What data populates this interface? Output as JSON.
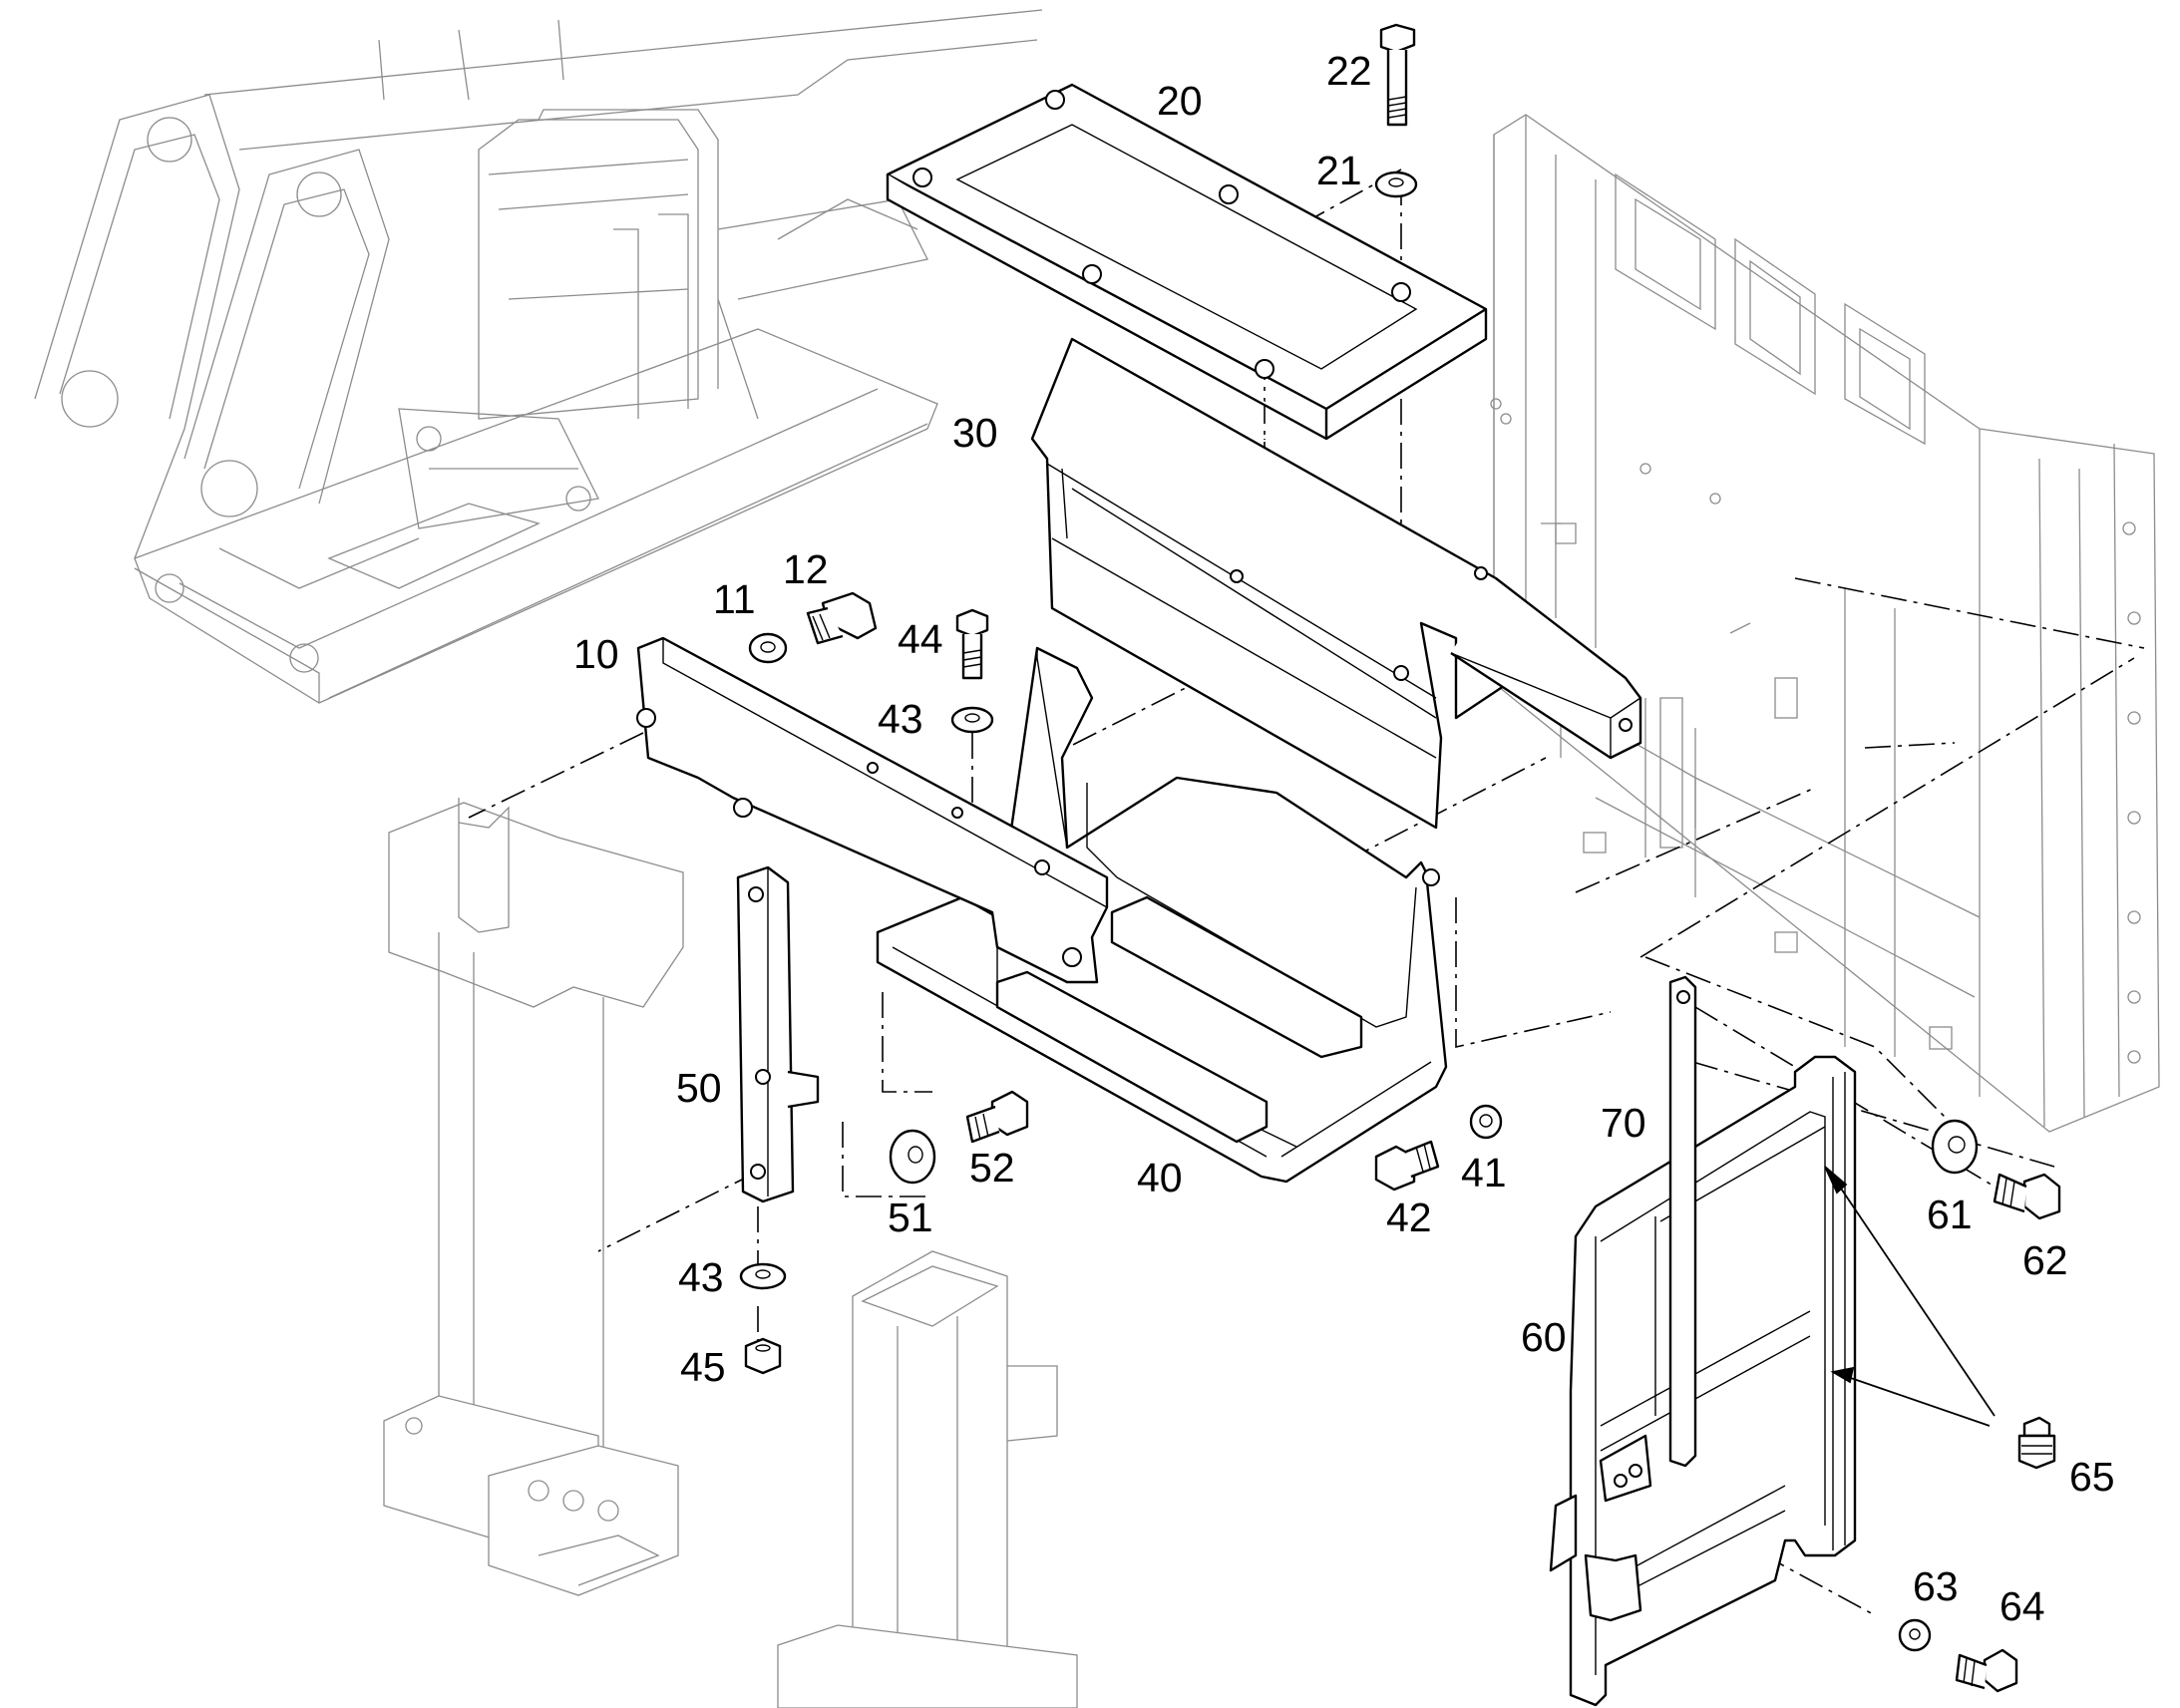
{
  "callouts": [
    {
      "id": "p10",
      "label": "10"
    },
    {
      "id": "p11",
      "label": "11"
    },
    {
      "id": "p12",
      "label": "12"
    },
    {
      "id": "p20",
      "label": "20"
    },
    {
      "id": "p21",
      "label": "21"
    },
    {
      "id": "p22",
      "label": "22"
    },
    {
      "id": "p30",
      "label": "30"
    },
    {
      "id": "p40",
      "label": "40"
    },
    {
      "id": "p41",
      "label": "41"
    },
    {
      "id": "p42",
      "label": "42"
    },
    {
      "id": "p43a",
      "label": "43"
    },
    {
      "id": "p43b",
      "label": "43"
    },
    {
      "id": "p44",
      "label": "44"
    },
    {
      "id": "p45",
      "label": "45"
    },
    {
      "id": "p50",
      "label": "50"
    },
    {
      "id": "p51",
      "label": "51"
    },
    {
      "id": "p52",
      "label": "52"
    },
    {
      "id": "p60",
      "label": "60"
    },
    {
      "id": "p61",
      "label": "61"
    },
    {
      "id": "p62",
      "label": "62"
    },
    {
      "id": "p63",
      "label": "63"
    },
    {
      "id": "p64",
      "label": "64"
    },
    {
      "id": "p65",
      "label": "65"
    },
    {
      "id": "p70",
      "label": "70"
    }
  ]
}
